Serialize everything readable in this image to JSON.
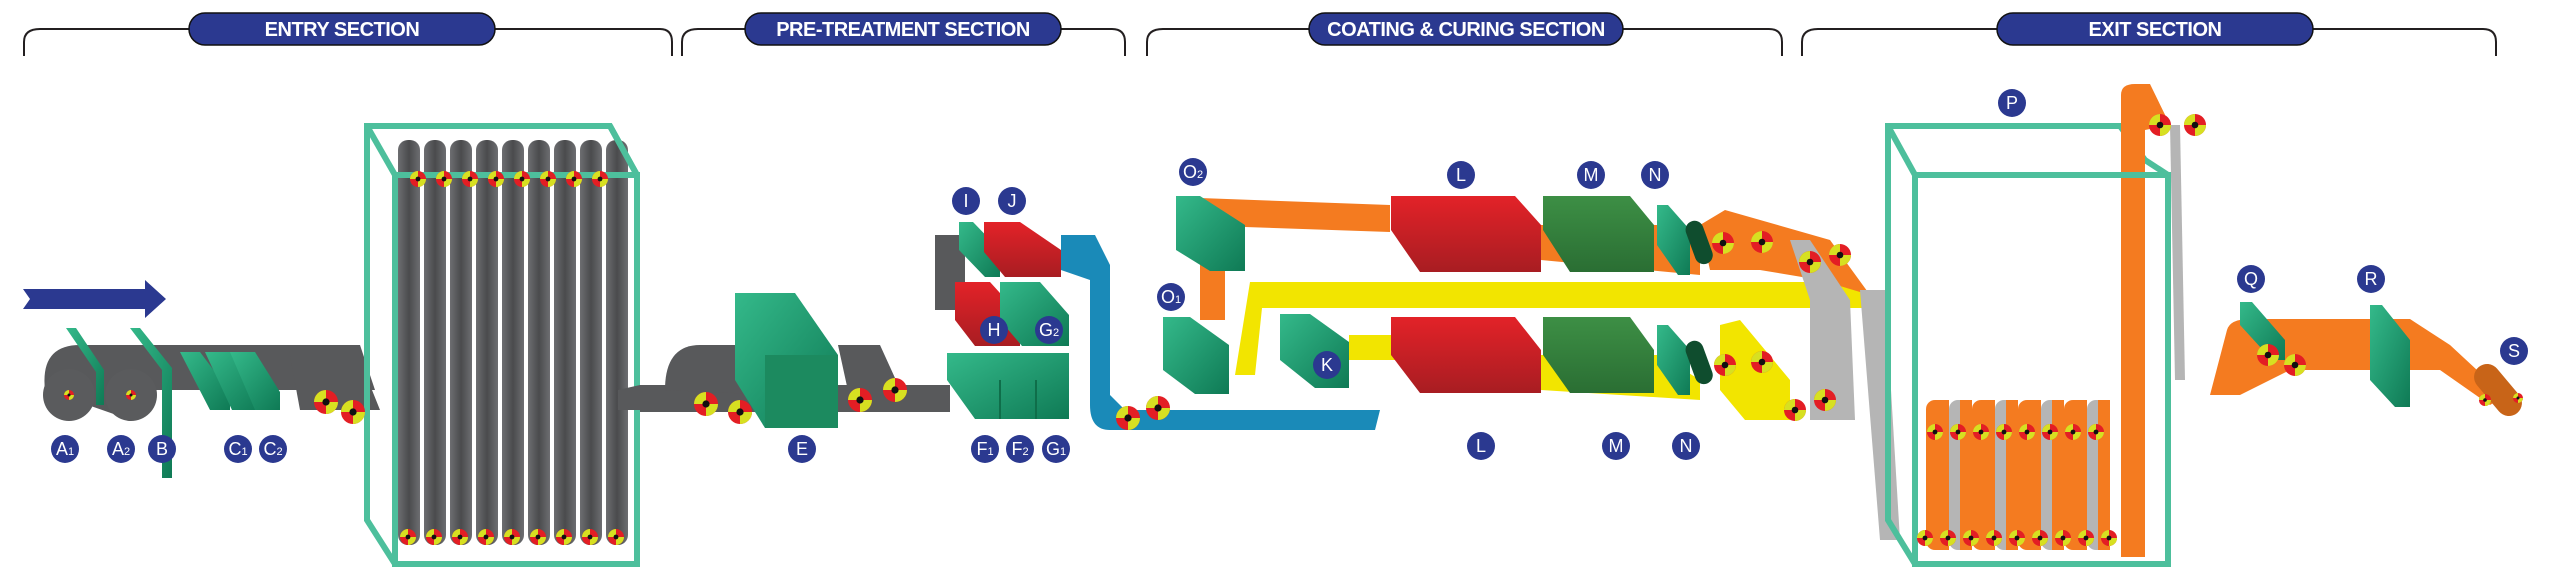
{
  "sections": {
    "entry": "ENTRY SECTION",
    "pretreatment": "PRE-TREATMENT SECTION",
    "coating": "COATING & CURING SECTION",
    "exit": "EXIT SECTION"
  },
  "labels": {
    "A1": {
      "letter": "A",
      "sub": "1"
    },
    "A2": {
      "letter": "A",
      "sub": "2"
    },
    "B": {
      "letter": "B",
      "sub": ""
    },
    "C1": {
      "letter": "C",
      "sub": "1"
    },
    "C2": {
      "letter": "C",
      "sub": "2"
    },
    "E": {
      "letter": "E",
      "sub": ""
    },
    "F1": {
      "letter": "F",
      "sub": "1"
    },
    "F2": {
      "letter": "F",
      "sub": "2"
    },
    "G1": {
      "letter": "G",
      "sub": "1"
    },
    "G2": {
      "letter": "G",
      "sub": "2"
    },
    "H": {
      "letter": "H",
      "sub": ""
    },
    "I": {
      "letter": "I",
      "sub": ""
    },
    "J": {
      "letter": "J",
      "sub": ""
    },
    "K": {
      "letter": "K",
      "sub": ""
    },
    "L": {
      "letter": "L",
      "sub": ""
    },
    "M": {
      "letter": "M",
      "sub": ""
    },
    "N": {
      "letter": "N",
      "sub": ""
    },
    "O1": {
      "letter": "O",
      "sub": "1"
    },
    "O2": {
      "letter": "O",
      "sub": "2"
    },
    "P": {
      "letter": "P",
      "sub": ""
    },
    "Q": {
      "letter": "Q",
      "sub": ""
    },
    "R": {
      "letter": "R",
      "sub": ""
    },
    "S": {
      "letter": "S",
      "sub": ""
    }
  },
  "colors": {
    "label_bg": "#2b3990",
    "frame": "#4dbf9c",
    "steel": "#58595b",
    "equipment_green": "#1f9a6e",
    "oven_red": "#d92027",
    "blue_strip": "#1a8ab8",
    "orange_strip": "#f47b20",
    "yellow_strip": "#f2e500",
    "gray_strip": "#b5b5b5"
  }
}
